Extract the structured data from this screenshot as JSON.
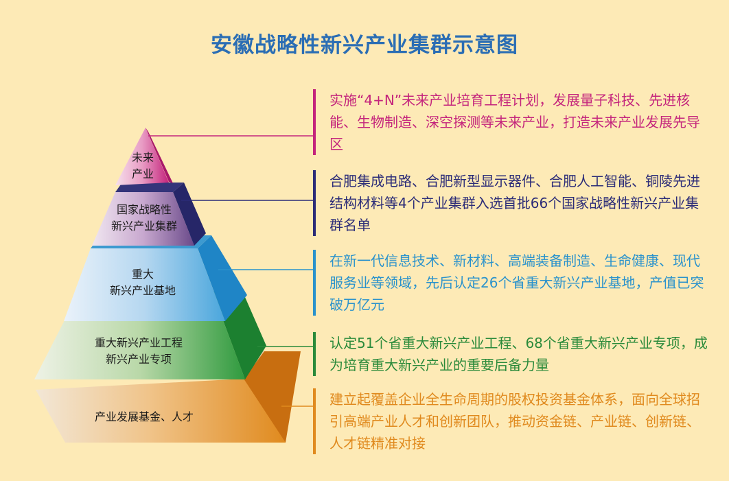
{
  "title": "安徽战略性新兴产业集群示意图",
  "tiers": [
    {
      "label": "未来\n产业",
      "description": "实施“4+N”未来产业培育工程计划，发展量子科技、先进核能、生物制造、深空探测等未来产业，打造未来产业发展先导区",
      "color": "#c4247c"
    },
    {
      "label": "国家战略性\n新兴产业集群",
      "description": "合肥集成电路、合肥新型显示器件、合肥人工智能、铜陵先进结构材料等4个产业集群入选首批66个国家战略性新兴产业集群名单",
      "color": "#2c2c78"
    },
    {
      "label": "重大\n新兴产业基地",
      "description": "在新一代信息技术、新材料、高端装备制造、生命健康、现代服务业等领域，先后认定26个省重大新兴产业基地，产值已突破万亿元",
      "color": "#2a92cc"
    },
    {
      "label": "重大新兴产业工程\n新兴产业专项",
      "description": "认定51个省重大新兴产业工程、68个省重大新兴产业专项，成为培育重大新兴产业的重要后备力量",
      "color": "#2a8a3a"
    },
    {
      "label": "产业发展基金、人才",
      "description": "建立起覆盖企业全生命周期的股权投资基金体系，面向全球招引高端产业人才和创新团队，推动资金链、产业链、创新链、人才链精准对接",
      "color": "#e08a1e"
    }
  ]
}
